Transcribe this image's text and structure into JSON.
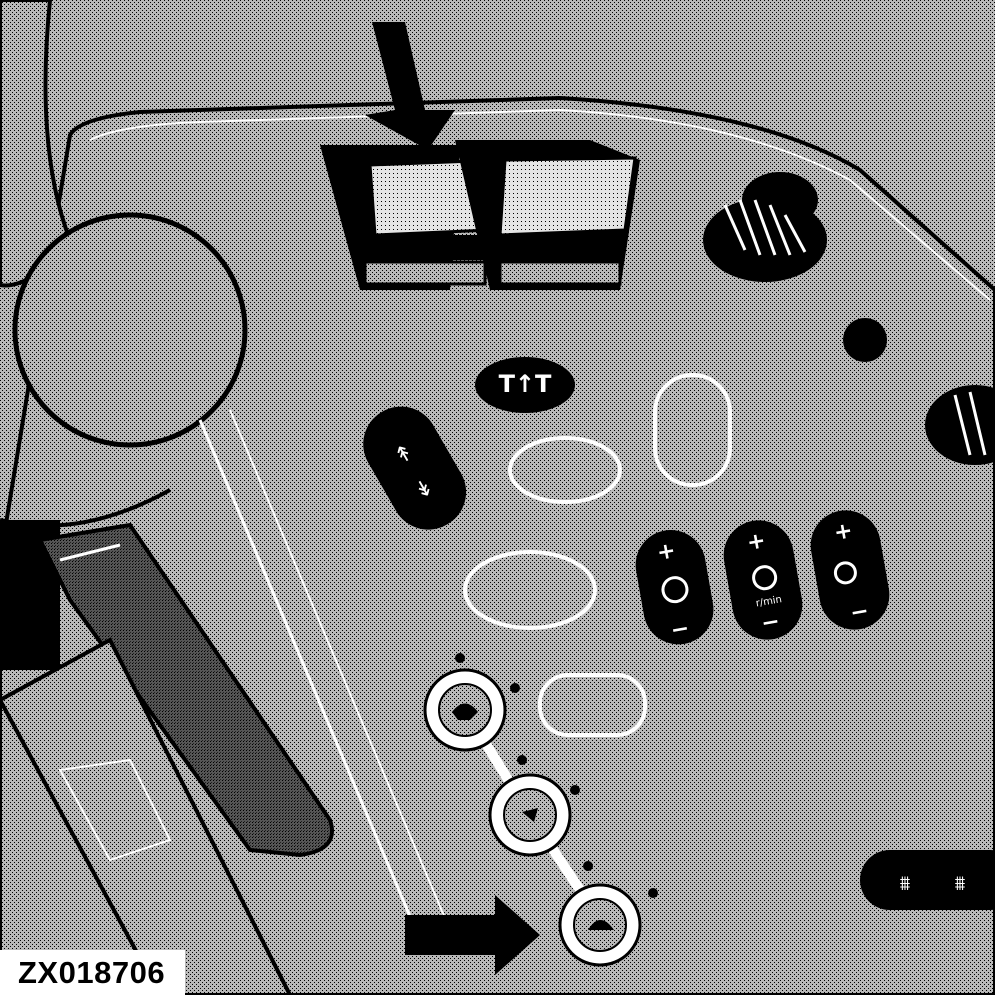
{
  "figure": {
    "reference_id": "ZX018706",
    "style": "stippled black-and-white line illustration"
  },
  "controls": {
    "rocker_left": {
      "icon": "sieve-adjust-icon"
    },
    "rocker_right": {
      "icon": "sieve-adjust-icon"
    },
    "hazard_button": {
      "icon": "threshing-engage-icon"
    },
    "header_updown_switch": {
      "icon": "header-raise-lower-icon"
    },
    "adjust_switches": [
      {
        "icon": "concave-clearance-icon",
        "plus": "+",
        "minus": "−"
      },
      {
        "icon": "rotor-speed-icon",
        "unit": "r/min",
        "plus": "+",
        "minus": "−"
      },
      {
        "icon": "fan-speed-icon",
        "plus": "+",
        "minus": "−"
      }
    ],
    "speed_selector": {
      "icons": [
        "rabbit-icon",
        "neutral-icon",
        "turtle-icon"
      ]
    },
    "header_tilt_switch": {
      "icon": "header-tilt-icon"
    }
  },
  "colors": {
    "ink": "#000000",
    "paper": "#ffffff",
    "panel": "#9a9a9a"
  }
}
